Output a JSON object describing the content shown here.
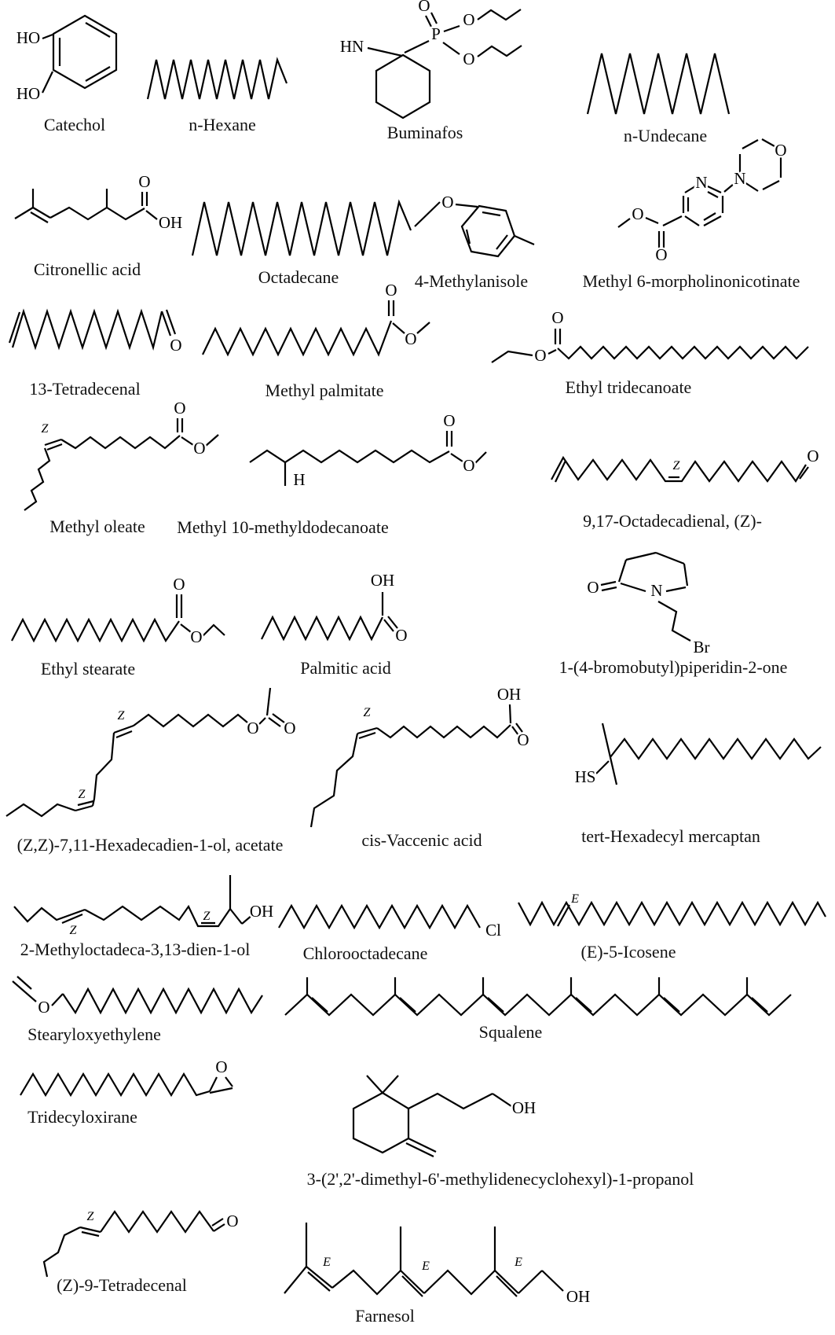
{
  "figure": {
    "background": "#ffffff",
    "line_color": "#000000",
    "text_color": "#111111",
    "description": "Grid of 29 chemical structure drawings with compound names"
  },
  "compounds": [
    {
      "name": "Catechol",
      "atoms": [
        "HO",
        "HO"
      ]
    },
    {
      "name": "n-Hexane",
      "atoms": []
    },
    {
      "name": "Buminafos",
      "atoms": [
        "HN",
        "P",
        "O",
        "O",
        "O"
      ]
    },
    {
      "name": "n-Undecane",
      "atoms": []
    },
    {
      "name": "Citronellic acid",
      "atoms": [
        "O",
        "OH"
      ]
    },
    {
      "name": "Octadecane",
      "atoms": []
    },
    {
      "name": "4-Methylanisole",
      "atoms": [
        "O"
      ]
    },
    {
      "name": "Methyl 6-morpholinonicotinate",
      "atoms": [
        "N",
        "N",
        "O",
        "O",
        "O"
      ]
    },
    {
      "name": "13-Tetradecenal",
      "atoms": [
        "O"
      ]
    },
    {
      "name": "Methyl palmitate",
      "atoms": [
        "O",
        "O"
      ]
    },
    {
      "name": "Ethyl tridecanoate",
      "atoms": [
        "O",
        "O"
      ]
    },
    {
      "name": "Methyl oleate",
      "atoms": [
        "Z",
        "O",
        "O"
      ]
    },
    {
      "name": "Methyl 10-methyldodecanoate",
      "atoms": [
        "H",
        "O",
        "O"
      ]
    },
    {
      "name": "9,17-Octadecadienal, (Z)-",
      "atoms": [
        "Z",
        "O"
      ]
    },
    {
      "name": "Ethyl stearate",
      "atoms": [
        "O",
        "O"
      ]
    },
    {
      "name": "Palmitic acid",
      "atoms": [
        "OH",
        "O"
      ]
    },
    {
      "name": "1-(4-bromobutyl)piperidin-2-one",
      "atoms": [
        "O",
        "N",
        "Br"
      ]
    },
    {
      "name": "(Z,Z)-7,11-Hexadecadien-1-ol, acetate",
      "atoms": [
        "O",
        "O",
        "Z",
        "Z"
      ]
    },
    {
      "name": "cis-Vaccenic acid",
      "atoms": [
        "Z",
        "OH",
        "O"
      ]
    },
    {
      "name": "tert-Hexadecyl mercaptan",
      "atoms": [
        "HS"
      ]
    },
    {
      "name": "2-Methyloctadeca-3,13-dien-1-ol",
      "atoms": [
        "Z",
        "Z",
        "OH"
      ]
    },
    {
      "name": "Chlorooctadecane",
      "atoms": [
        "Cl"
      ]
    },
    {
      "name": "(E)-5-Icosene",
      "atoms": [
        "E"
      ]
    },
    {
      "name": "Stearyloxyethylene",
      "atoms": [
        "O"
      ]
    },
    {
      "name": "Squalene",
      "atoms": []
    },
    {
      "name": "Tridecyloxirane",
      "atoms": [
        "O"
      ]
    },
    {
      "name": "3-(2',2'-dimethyl-6'-methylidenecyclohexyl)-1-propanol",
      "atoms": [
        "OH"
      ]
    },
    {
      "name": "(Z)-9-Tetradecenal",
      "atoms": [
        "Z",
        "O"
      ]
    },
    {
      "name": "Farnesol",
      "atoms": [
        "E",
        "E",
        "E",
        "OH"
      ]
    }
  ]
}
